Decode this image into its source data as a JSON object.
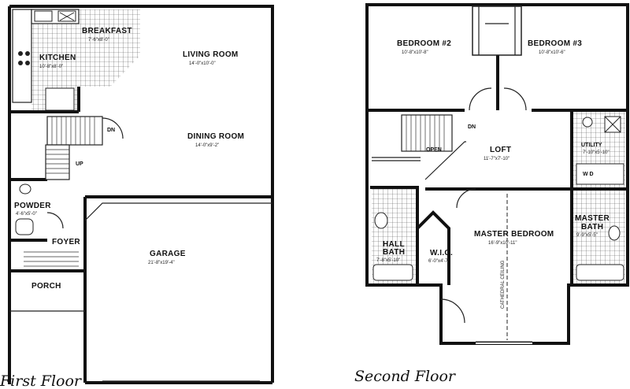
{
  "first_floor": {
    "caption": "First Floor",
    "rooms": {
      "breakfast": {
        "name": "BREAKFAST",
        "dim": "7'-6\"x8'-0\""
      },
      "kitchen": {
        "name": "KITCHEN",
        "dim": "10'-8\"x8'-0\""
      },
      "living": {
        "name": "LIVING ROOM",
        "dim": "14'-0\"x10'-0\""
      },
      "dining": {
        "name": "DINING ROOM",
        "dim": "14'-0\"x9'-2\""
      },
      "powder": {
        "name": "POWDER",
        "dim": "4'-6\"x5'-0\""
      },
      "foyer": {
        "name": "FOYER"
      },
      "garage": {
        "name": "GARAGE",
        "dim": "21'-8\"x19'-4\""
      },
      "porch": {
        "name": "PORCH"
      }
    },
    "labels": {
      "dn": "DN",
      "up": "UP"
    }
  },
  "second_floor": {
    "caption": "Second Floor",
    "rooms": {
      "bed2": {
        "name": "BEDROOM #2",
        "dim": "10'-8\"x10'-8\""
      },
      "bed3": {
        "name": "BEDROOM #3",
        "dim": "10'-8\"x10'-6\""
      },
      "loft": {
        "name": "LOFT",
        "dim": "11'-7\"x7'-10\""
      },
      "utility": {
        "name": "UTILITY",
        "dim": "7'-10\"x5'-10\""
      },
      "master_bed": {
        "name": "MASTER BEDROOM",
        "dim": "16'-9\"x10'-11\""
      },
      "wic": {
        "name": "W.I.C.",
        "dim": "6'-0\"x4'-7\""
      },
      "hall_bath": {
        "name1": "HALL",
        "name2": "BATH",
        "dim": "7'-8\"x5'-10\""
      },
      "master_bath": {
        "name1": "MASTER",
        "name2": "BATH",
        "dim": "9'-9\"x5'-5\""
      }
    },
    "labels": {
      "dn": "DN",
      "open": "OPEN",
      "ceiling": "CATHEDRAL CEILING",
      "wd": "W   D"
    }
  }
}
